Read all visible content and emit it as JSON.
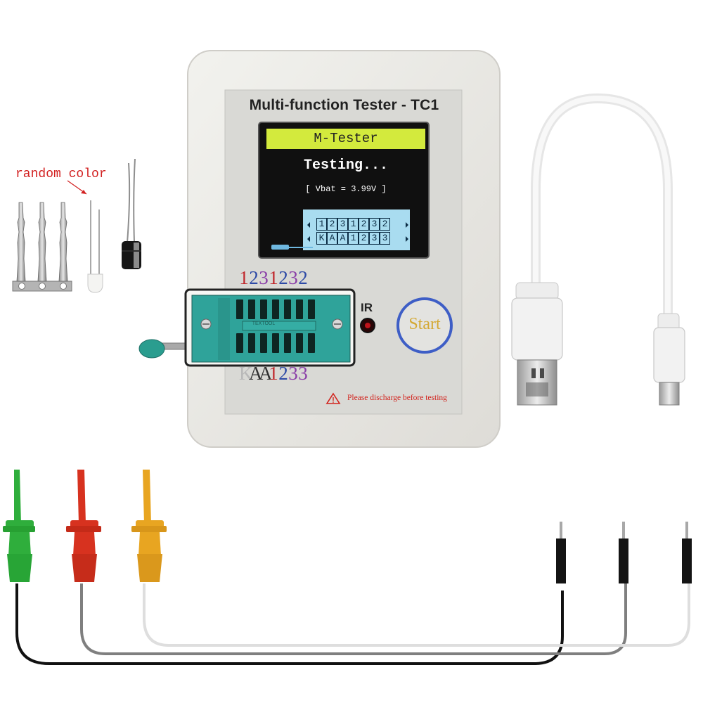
{
  "device": {
    "title": "Multi-function Tester - TC1",
    "ir_label": "IR",
    "start_label": "Start",
    "warning": "Please discharge before testing"
  },
  "screen": {
    "banner": "M-Tester",
    "status": "Testing...",
    "battery": "[ Vbat = 3.99V ]",
    "pins_row1": [
      "1",
      "2",
      "3",
      "1",
      "2",
      "3",
      "2"
    ],
    "pins_row2": [
      "K",
      "A",
      "A",
      "1",
      "2",
      "3",
      "3"
    ]
  },
  "socket": {
    "top_pins": [
      {
        "char": "1",
        "color": "#c0282c"
      },
      {
        "char": "2",
        "color": "#2d4aa6"
      },
      {
        "char": "3",
        "color": "#8a3fa8"
      },
      {
        "char": "1",
        "color": "#c0282c"
      },
      {
        "char": "2",
        "color": "#2d4aa6"
      },
      {
        "char": "3",
        "color": "#8a3fa8"
      },
      {
        "char": "2",
        "color": "#2d4aa6"
      }
    ],
    "bottom_pins": [
      {
        "char": "K",
        "color": "#b8b8b8"
      },
      {
        "char": "A",
        "color": "#333333"
      },
      {
        "char": "A",
        "color": "#333333"
      },
      {
        "char": "1",
        "color": "#c0282c"
      },
      {
        "char": "2",
        "color": "#2d4aa6"
      },
      {
        "char": "3",
        "color": "#8a3fa8"
      },
      {
        "char": "3",
        "color": "#8a3fa8"
      }
    ],
    "plate_text": "TEXTOOL"
  },
  "annotation": {
    "random_color": "random color"
  },
  "colors": {
    "case": "#ebebe6",
    "faceplate": "#d9d9d5",
    "lcd_banner": "#d3ea3d",
    "lcd_inset": "#a9dcf0",
    "socket": "#2fa39a",
    "start_ring": "#3e5ec6",
    "warning": "#d2231d",
    "annotation": "#d22020",
    "clip_green": "#2fae3c",
    "clip_red": "#d7321f",
    "clip_yellow": "#e8a521"
  },
  "icons": [
    "warning-triangle-icon",
    "usb-a-plug-icon",
    "micro-usb-plug-icon"
  ]
}
